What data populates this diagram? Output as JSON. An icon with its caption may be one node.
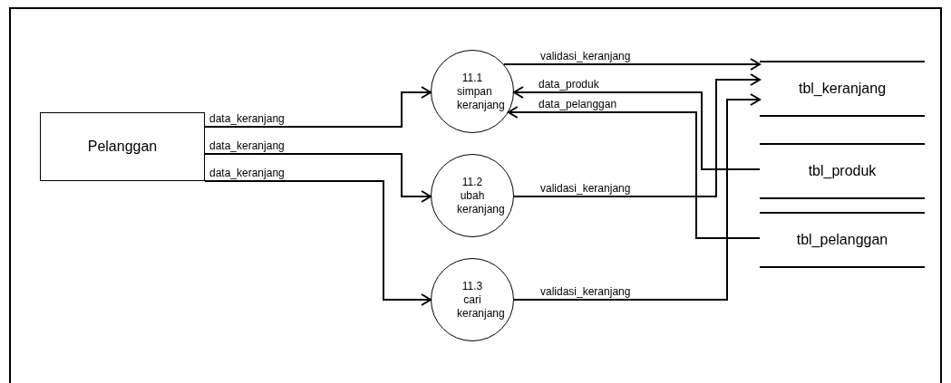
{
  "diagram": {
    "nodes": [
      {
        "text": [
          "Pelanggan"
        ]
      },
      {
        "text": [
          "11.1 simpan keranjang"
        ]
      },
      {
        "text": [
          "11.2 ubah keranjang"
        ]
      },
      {
        "text": [
          "11.3 cari keranjang"
        ]
      },
      {
        "text": [
          "tbl_keranjang"
        ]
      },
      {
        "text": [
          "tbl_produk"
        ]
      },
      {
        "text": [
          "tbl_pelanggan"
        ]
      }
    ],
    "edges": [
      {
        "from": 0,
        "to": 1,
        "arrow": "to",
        "label": "data_keranjang"
      },
      {
        "from": 0,
        "to": 2,
        "arrow": "to",
        "label": "data_keranjang"
      },
      {
        "from": 0,
        "to": 3,
        "arrow": "to",
        "label": "data_keranjang"
      },
      {
        "from": 1,
        "to": 4,
        "arrow": "to",
        "label": "validasi_keranjang"
      },
      {
        "from": 5,
        "to": 1,
        "arrow": "to",
        "label": "data_produk"
      },
      {
        "from": 6,
        "to": 1,
        "arrow": "to",
        "label": "data_pelanggan"
      },
      {
        "from": 2,
        "to": 4,
        "arrow": "to",
        "label": "validasi_keranjang"
      },
      {
        "from": 3,
        "to": 4,
        "arrow": "to",
        "label": "validasi_keranjang"
      }
    ]
  }
}
